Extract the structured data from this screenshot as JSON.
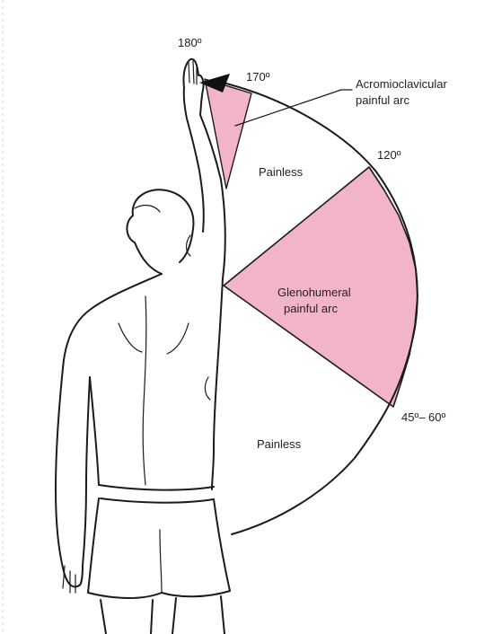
{
  "colors": {
    "painful_fill": "#f2b5c8",
    "line": "#1b1b1b",
    "text": "#222222",
    "background": "#ffffff"
  },
  "angles": {
    "a180": "180º",
    "a170": "170º",
    "a120": "120º",
    "a45_60": "45º– 60º"
  },
  "regions": {
    "ac_arc_line1": "Acromioclavicular",
    "ac_arc_line2": "painful arc",
    "painless_upper": "Painless",
    "gh_arc_line1": "Glenohumeral",
    "gh_arc_line2": "painful arc",
    "painless_lower": "Painless"
  },
  "icons": {
    "arrow": "arrowhead-icon",
    "figure": "human-figure-illustration"
  }
}
